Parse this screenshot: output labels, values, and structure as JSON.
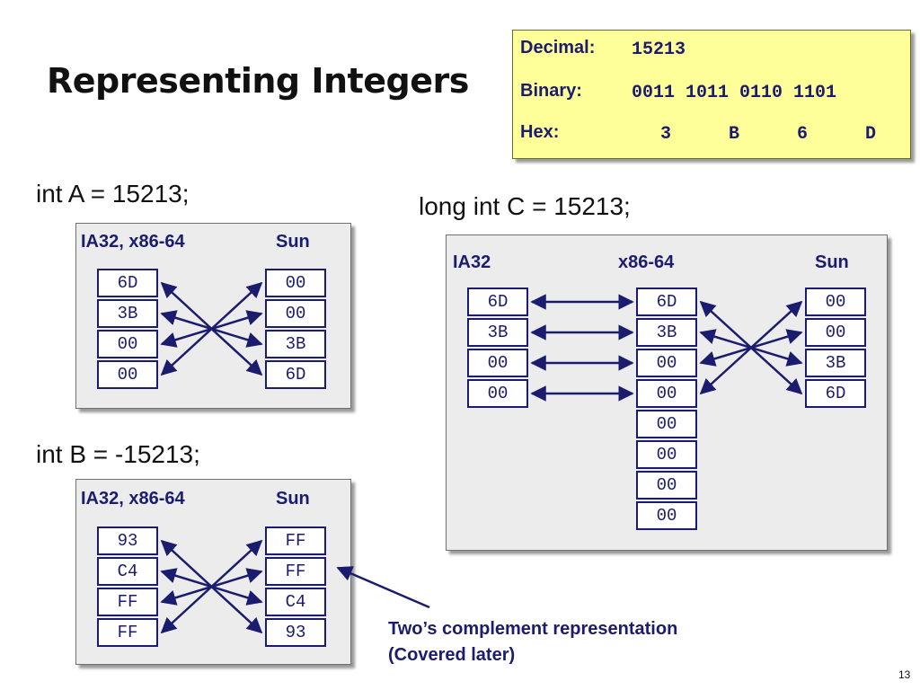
{
  "title": "Representing Integers",
  "info": {
    "decimal_label": "Decimal:",
    "decimal_value": "15213",
    "binary_label": "Binary:",
    "binary_value": "0011 1011 0110 1101",
    "hex_label": "Hex:",
    "hex_digits": [
      "3",
      "B",
      "6",
      "D"
    ]
  },
  "int_a": {
    "statement": "int A = 15213;",
    "left_label": "IA32, x86-64",
    "right_label": "Sun",
    "left_bytes": [
      "6D",
      "3B",
      "00",
      "00"
    ],
    "right_bytes": [
      "00",
      "00",
      "3B",
      "6D"
    ]
  },
  "int_b": {
    "statement": "int B = -15213;",
    "left_label": "IA32, x86-64",
    "right_label": "Sun",
    "left_bytes": [
      "93",
      "C4",
      "FF",
      "FF"
    ],
    "right_bytes": [
      "FF",
      "FF",
      "C4",
      "93"
    ]
  },
  "long_c": {
    "statement": "long int C = 15213;",
    "ia32_label": "IA32",
    "x86_label": "x86-64",
    "sun_label": "Sun",
    "ia32_bytes": [
      "6D",
      "3B",
      "00",
      "00"
    ],
    "x86_bytes": [
      "6D",
      "3B",
      "00",
      "00",
      "00",
      "00",
      "00",
      "00"
    ],
    "sun_bytes": [
      "00",
      "00",
      "3B",
      "6D"
    ]
  },
  "annotation": {
    "line1": "Two’s complement representation",
    "line2": "(Covered later)"
  },
  "page_number": "13",
  "colors": {
    "accent": "#1c1c6e",
    "info_box": "#ffff99",
    "panel": "#ececec"
  }
}
